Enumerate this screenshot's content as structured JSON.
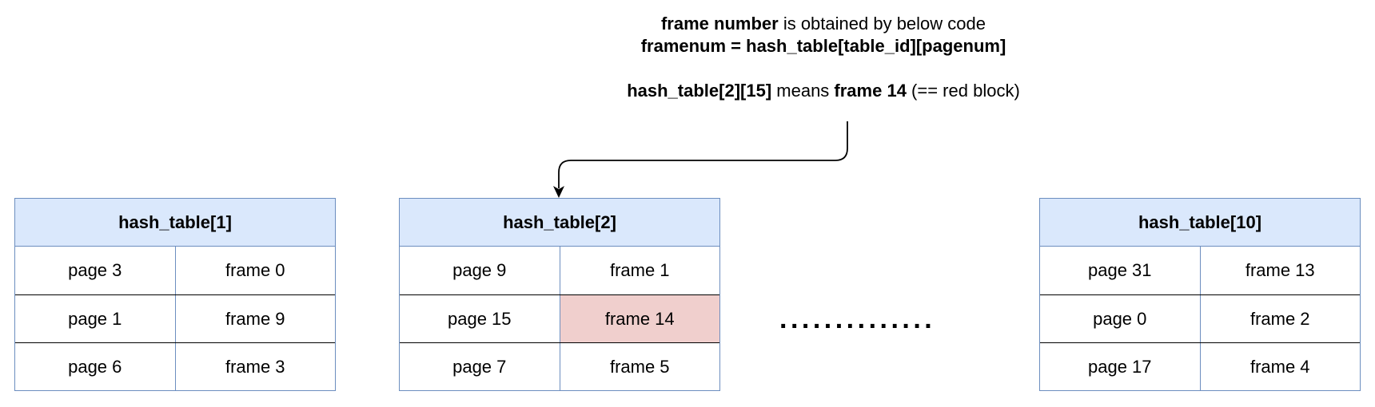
{
  "annotation": {
    "line1_bold": "frame number",
    "line1_rest": " is obtained by below code",
    "line2": "framenum = hash_table[table_id][pagenum]",
    "line3_bold1": "hash_table[2][15]",
    "line3_mid": " means ",
    "line3_bold2": "frame 14",
    "line3_rest": " (== red block)"
  },
  "tables": [
    {
      "title": "hash_table[1]",
      "rows": [
        {
          "page": "page 3",
          "frame": "frame 0"
        },
        {
          "page": "page 1",
          "frame": "frame 9"
        },
        {
          "page": "page 6",
          "frame": "frame 3"
        }
      ]
    },
    {
      "title": "hash_table[2]",
      "rows": [
        {
          "page": "page 9",
          "frame": "frame 1"
        },
        {
          "page": "page 15",
          "frame": "frame 14"
        },
        {
          "page": "page 7",
          "frame": "frame 5"
        }
      ]
    },
    {
      "title": "hash_table[10]",
      "rows": [
        {
          "page": "page 31",
          "frame": "frame 13"
        },
        {
          "page": "page 0",
          "frame": "frame 2"
        },
        {
          "page": "page 17",
          "frame": "frame 4"
        }
      ]
    }
  ],
  "ellipsis": "..............",
  "colors": {
    "header_fill": "#dae8fc",
    "border": "#6c8ebf",
    "highlight_fill": "#f0cfcd"
  }
}
